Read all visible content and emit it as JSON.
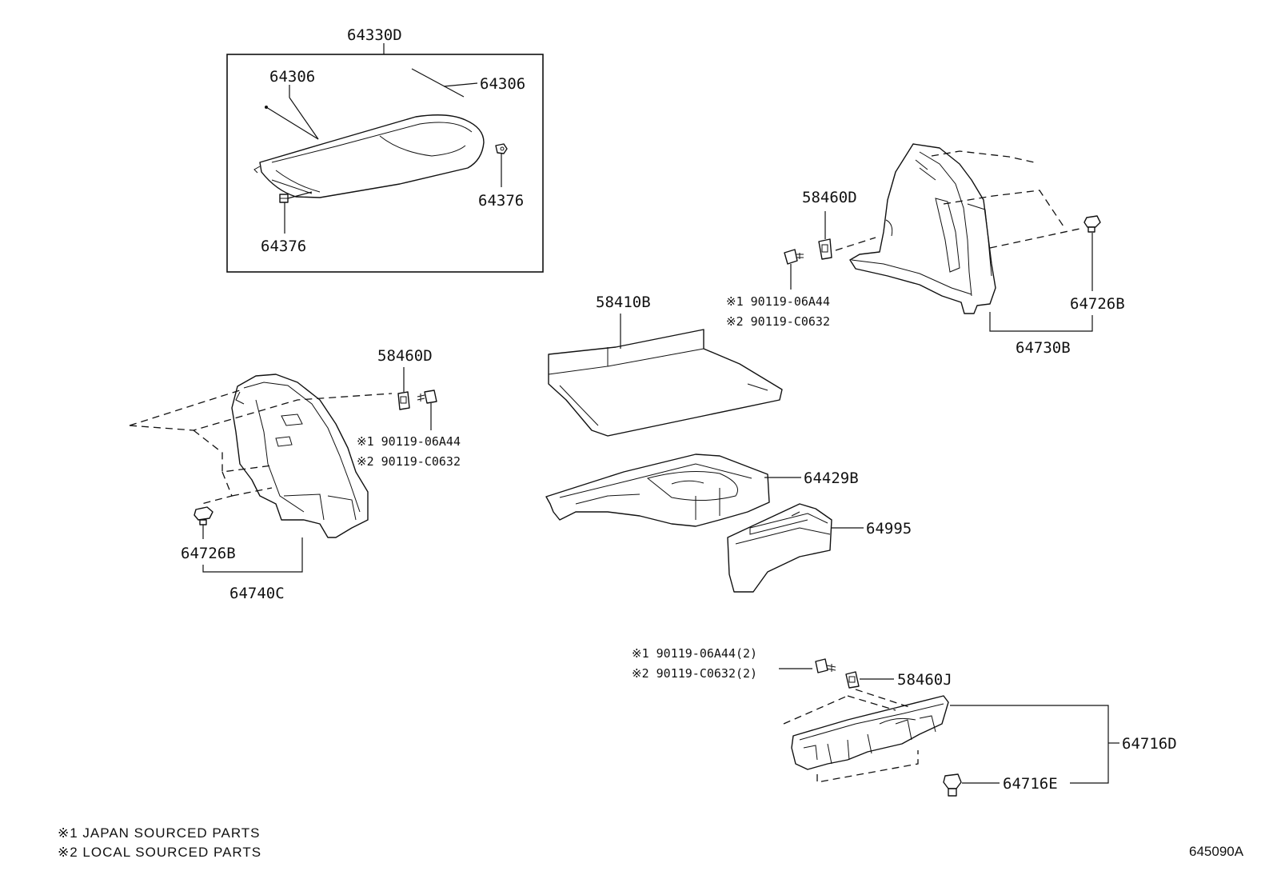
{
  "callouts": {
    "tonneau_assy": "64330D",
    "tonneau_rod_left": "64306",
    "tonneau_rod_right": "64306",
    "tonneau_holder_right": "64376",
    "tonneau_holder_left": "64376",
    "clip_nut_right": "58460D",
    "bolt_right_jp": "※1 90119-06A44",
    "bolt_right_local": "※2 90119-C0632",
    "clip_right": "64726B",
    "trim_right": "64730B",
    "floor_mat": "58410B",
    "clip_nut_left": "58460D",
    "bolt_left_jp": "※1 90119-06A44",
    "bolt_left_local": "※2 90119-C0632",
    "clip_left": "64726B",
    "trim_left": "64740C",
    "floor_board": "64429B",
    "block": "64995",
    "bolt_rear_jp": "※1 90119-06A44(2)",
    "bolt_rear_local": "※2 90119-C0632(2)",
    "clip_nut_rear": "58460J",
    "rear_plate": "64716D",
    "rear_clip": "64716E"
  },
  "notes": {
    "note1": "※1 JAPAN SOURCED PARTS",
    "note2": "※2 LOCAL SOURCED PARTS"
  },
  "figure_id": "645090A"
}
